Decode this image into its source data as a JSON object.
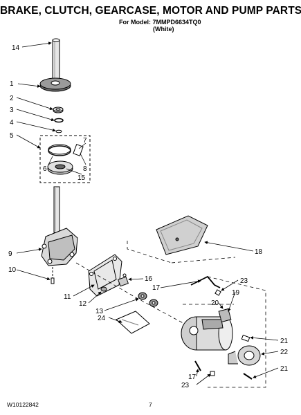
{
  "header": {
    "title": "BRAKE, CLUTCH, GEARCASE, MOTOR AND PUMP PARTS",
    "model_line": "For Model: 7MMPD6634TQ0",
    "color_line": "(White)"
  },
  "callouts": {
    "c1": "1",
    "c2": "2",
    "c3": "3",
    "c4": "4",
    "c5": "5",
    "c6": "6",
    "c7": "7",
    "c8": "8",
    "c9": "9",
    "c10": "10",
    "c11": "11",
    "c12": "12",
    "c13": "13",
    "c14": "14",
    "c15": "15",
    "c16": "16",
    "c17a": "17",
    "c17b": "17",
    "c18": "18",
    "c19": "19",
    "c20": "20",
    "c21a": "21",
    "c21b": "21",
    "c22": "22",
    "c23a": "23",
    "c23b": "23",
    "c24": "24"
  },
  "footer": {
    "doc_code": "W10122842",
    "page_number": "7"
  }
}
